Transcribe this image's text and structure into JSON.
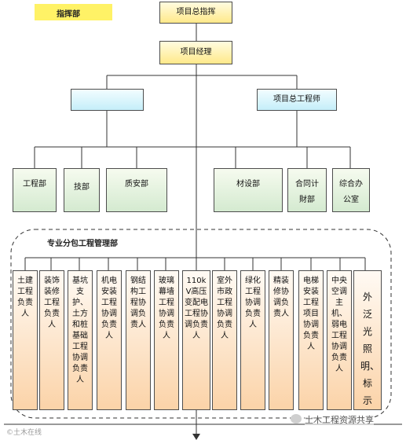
{
  "header": {
    "label": "指挥部",
    "highlight_color": "#fff266"
  },
  "top": {
    "director": "项目总指挥",
    "manager": "项目经理",
    "chief_engineer": "项目总工程师"
  },
  "departments": [
    {
      "label": "工程部"
    },
    {
      "label": "技部"
    },
    {
      "label": "质安部"
    },
    {
      "label": "材设部"
    },
    {
      "label": "合同计財部"
    },
    {
      "label": "综合办公室"
    }
  ],
  "subcontract": {
    "title": "专业分包工程管理部",
    "columns": [
      "土建工程负责人",
      "装饰装修工程负责人",
      "基坑支护、土方和桩基础工程协调负责人",
      "机电安装工程协调负责人",
      "钢结构工程协调负责人",
      "玻璃幕墙工程协调负责人",
      "110kV高压变配电工程协调负责人",
      "室外市政工程协调负责人",
      "绿化工程协调负责人",
      "精装修协调负责人",
      "电梯安装工程项目协调负责人",
      "中央空调主机、弱电工程协调负责人",
      "外泛光照明、标示"
    ]
  },
  "watermark": {
    "left": "©土木在线",
    "right": "土木工程资源共享"
  },
  "colors": {
    "yellow_box": "#ffe98a",
    "green_box": "#d4ead0",
    "cyan_box": "#c5eef9",
    "orange_box": "#fbd3a8"
  }
}
